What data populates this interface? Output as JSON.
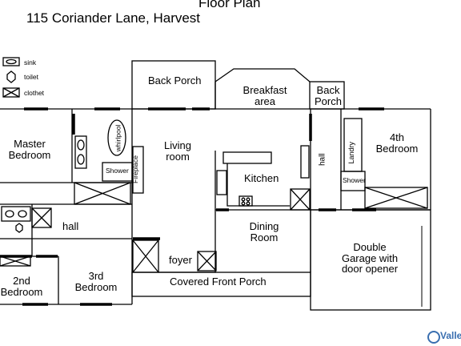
{
  "header": {
    "title": "Floor Plan",
    "address": "115 Coriander Lane, Harvest"
  },
  "legend": [
    {
      "label": "sink",
      "icon": "sink-icon"
    },
    {
      "label": "toilet",
      "icon": "toilet-icon"
    },
    {
      "label": "clothet",
      "icon": "closet-icon"
    }
  ],
  "rooms": {
    "back_porch_left": "Back Porch",
    "breakfast": "Breakfast area",
    "back_porch_right": "Back Porch",
    "fourth_bedroom": "4th Bedroom",
    "master_bedroom": "Master Bedroom",
    "living_room": "Living room",
    "kitchen": "Kitchen",
    "hall_right": "hall",
    "laundry": "Landry",
    "shower_right": "Shower",
    "whirlpool": "whirlpool",
    "shower_left": "Shower",
    "fireplace": "Fireplace",
    "hall_left": "hall",
    "dining_room": "Dining Room",
    "double_garage": "Double Garage with door opener",
    "foyer": "foyer",
    "third_bedroom": "3rd Bedroom",
    "second_bedroom": "2nd Bedroom",
    "covered_porch": "Covered Front Porch"
  },
  "watermark": "Valle"
}
